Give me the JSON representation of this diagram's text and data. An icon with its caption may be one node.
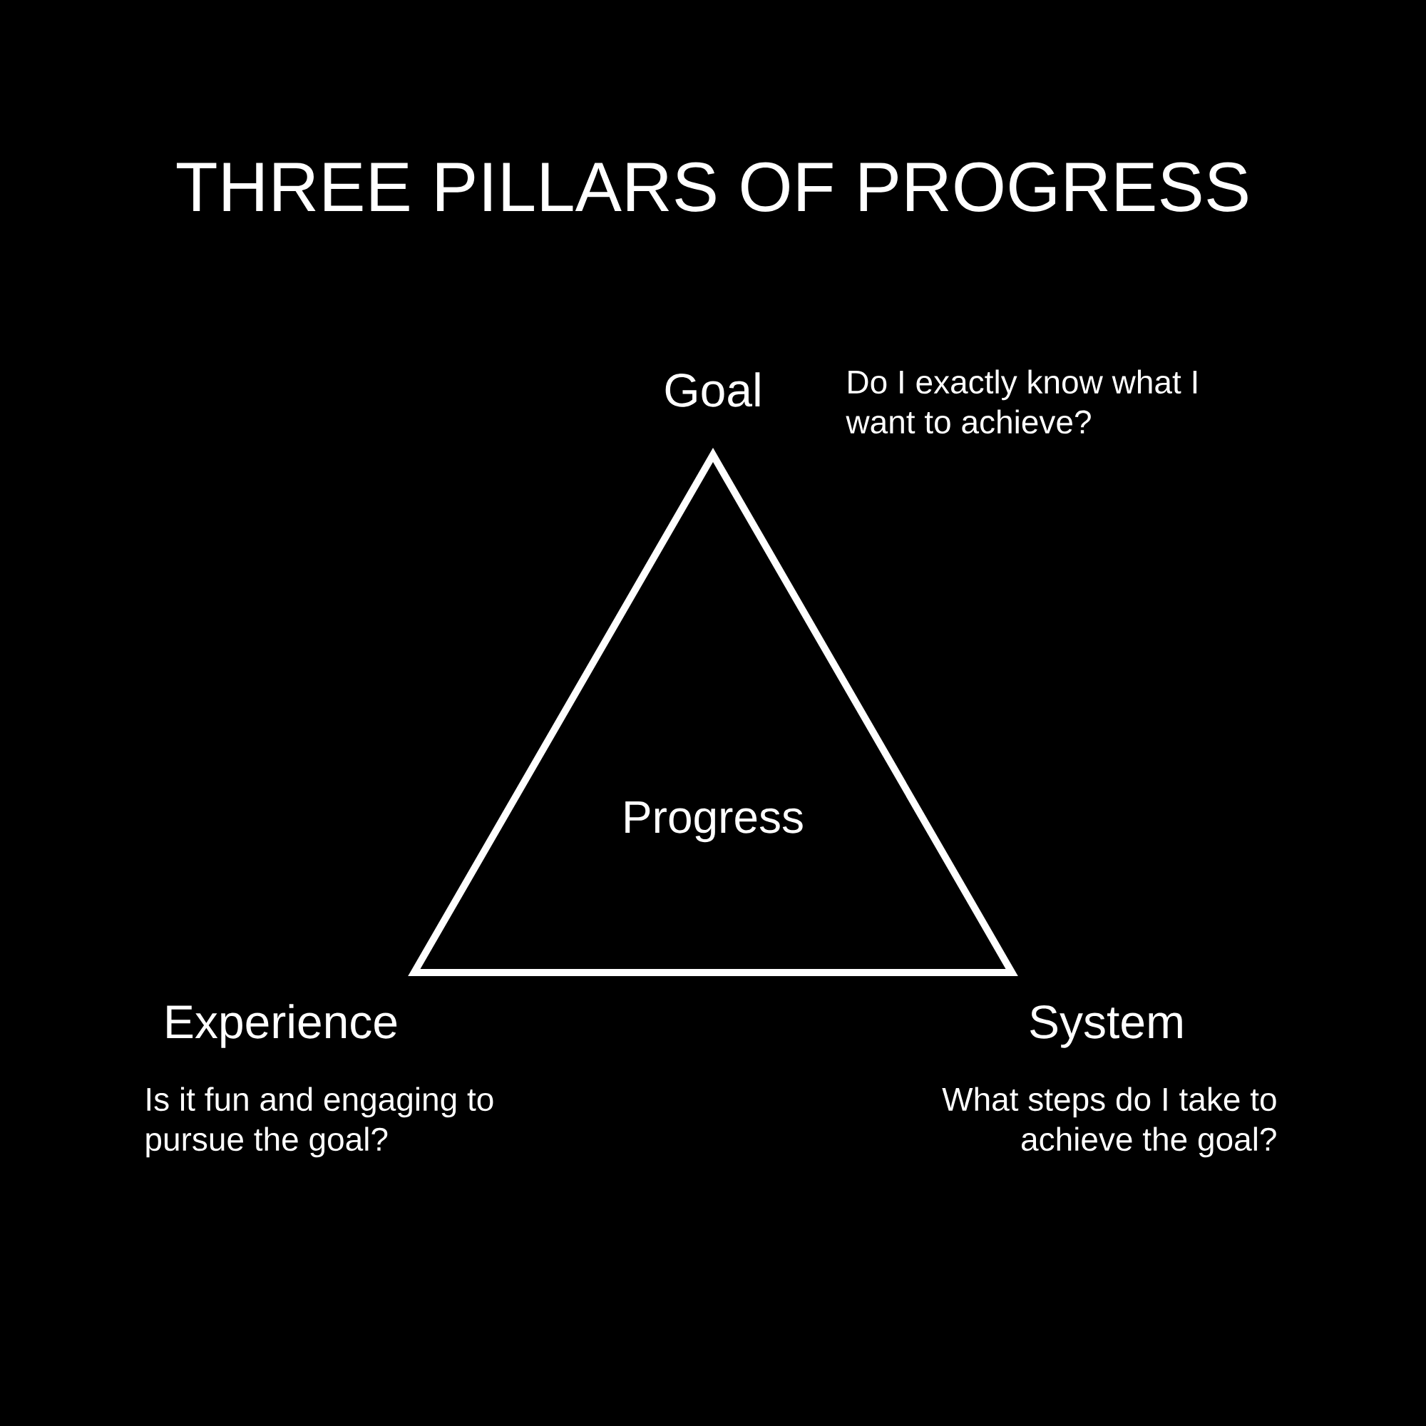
{
  "diagram": {
    "title": "THREE PILLARS OF PROGRESS",
    "nodes": [
      {
        "text": [
          "Progress"
        ]
      }
    ],
    "labels": [
      "Goal",
      "Do I exactly know what I want to achieve?",
      "Experience",
      "System",
      "Is it fun and engaging to pursue the goal?",
      "What steps do I take to achieve the goal?"
    ]
  }
}
